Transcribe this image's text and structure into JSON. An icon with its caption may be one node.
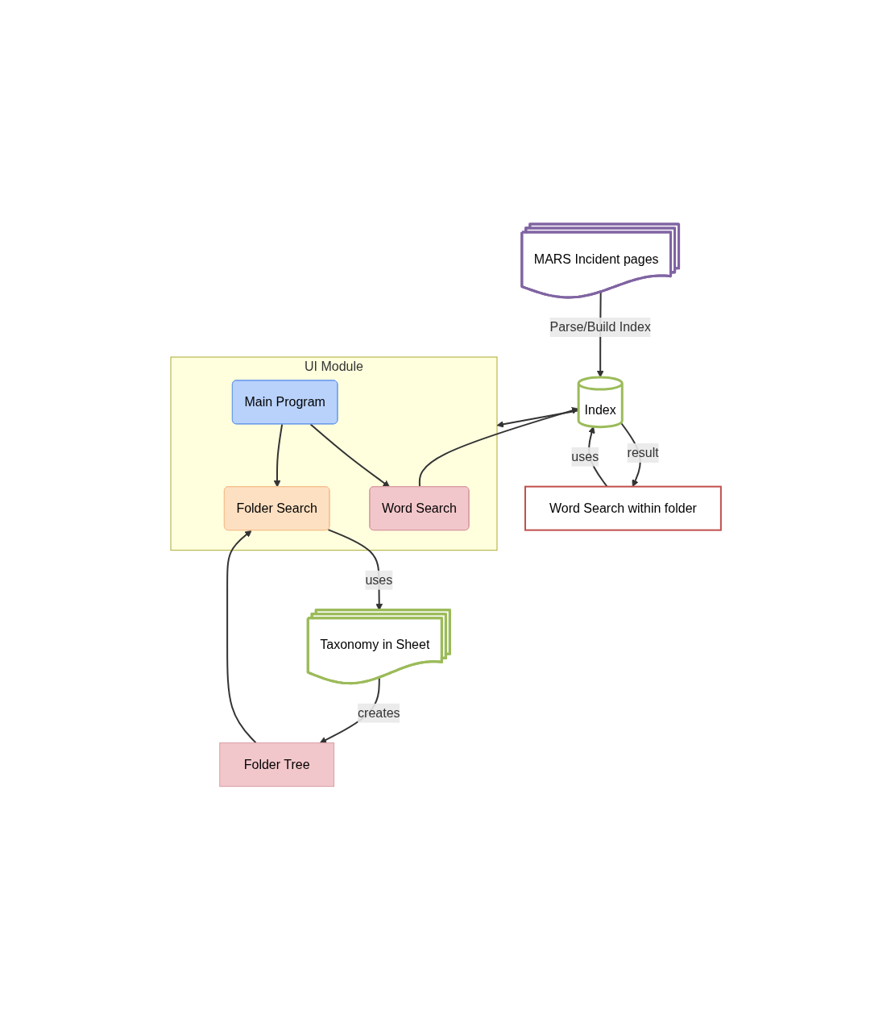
{
  "diagram": {
    "nodes": [
      {
        "text": [
          "MARS Incident pages"
        ]
      },
      {
        "text": [
          "Index"
        ]
      },
      {
        "text": [
          "UI Module"
        ]
      },
      {
        "text": [
          "Word Search"
        ],
        "in": 2
      },
      {
        "text": [
          "Main Program"
        ],
        "in": 2
      },
      {
        "text": [
          "Folder Search"
        ],
        "in": 2
      },
      {
        "text": [
          "Taxonomy in Sheet"
        ]
      },
      {
        "text": [
          "Folder Tree"
        ]
      },
      {
        "text": [
          "Word Search within folder"
        ]
      }
    ],
    "edges": [
      {
        "from": 0,
        "to": 1,
        "arrow": "to",
        "label": "Parse/Build Index"
      },
      {
        "from": 1,
        "to": 2,
        "arrow": "to"
      },
      {
        "from": 3,
        "to": 1,
        "arrow": "to"
      },
      {
        "from": 4,
        "to": 3,
        "arrow": "to"
      },
      {
        "from": 4,
        "to": 5,
        "arrow": "to"
      },
      {
        "from": 5,
        "to": 6,
        "arrow": "to",
        "label": "uses"
      },
      {
        "from": 6,
        "to": 7,
        "arrow": "to",
        "label": "creates"
      },
      {
        "from": 7,
        "to": 5,
        "arrow": "to"
      },
      {
        "from": 8,
        "to": 1,
        "arrow": "to",
        "label": "uses"
      },
      {
        "from": 1,
        "to": 8,
        "arrow": "to",
        "label": "result"
      }
    ]
  }
}
